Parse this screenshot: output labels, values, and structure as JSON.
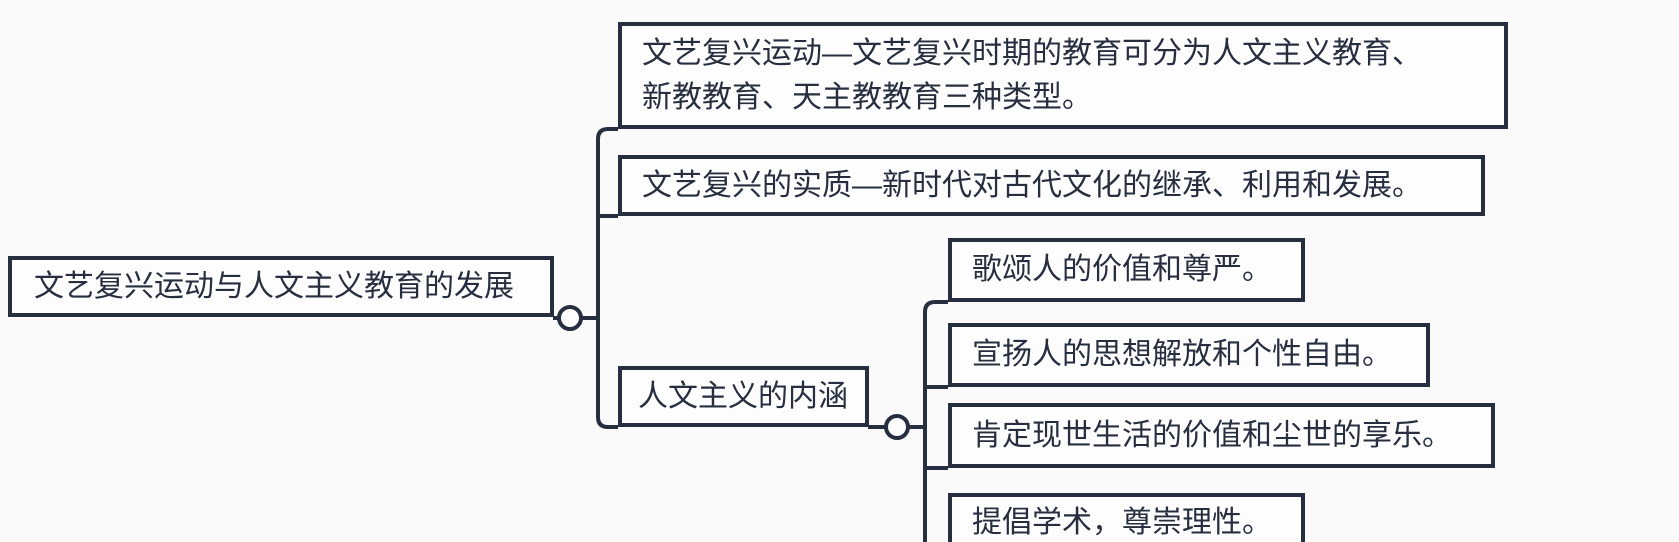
{
  "colors": {
    "line": "#272e3f",
    "background": "#fafafa",
    "node_fill": "#fdfdfe",
    "text": "#272e3f"
  },
  "mindmap": {
    "root": {
      "label": "文艺复兴运动与人文主义教育的发展"
    },
    "branches": [
      {
        "label": "文艺复兴运动—文艺复兴时期的教育可分为人文主义教育、新教教育、天主教教育三种类型。"
      },
      {
        "label": "文艺复兴的实质—新时代对古代文化的继承、利用和发展。"
      },
      {
        "label": "人文主义的内涵",
        "children": [
          {
            "label": "歌颂人的价值和尊严。"
          },
          {
            "label": "宣扬人的思想解放和个性自由。"
          },
          {
            "label": "肯定现世生活的价值和尘世的享乐。"
          },
          {
            "label": "提倡学术，尊崇理性。"
          }
        ]
      }
    ]
  }
}
